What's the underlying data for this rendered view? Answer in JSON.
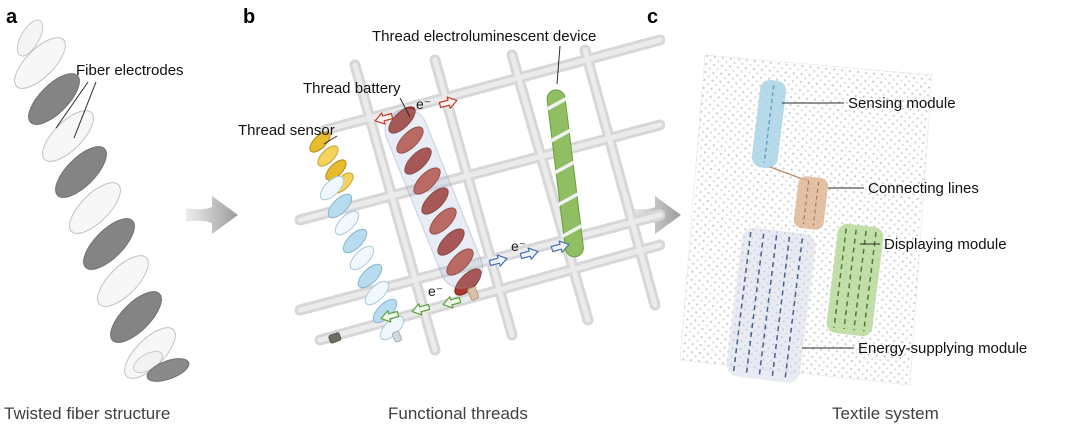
{
  "panel_a": {
    "letter": "a",
    "fiber_electrodes_label": "Fiber electrodes",
    "caption": "Twisted fiber structure"
  },
  "panel_b": {
    "letter": "b",
    "el_device_label": "Thread electroluminescent device",
    "battery_label": "Thread battery",
    "sensor_label": "Thread sensor",
    "electron_top": "e⁻",
    "electron_middle": "e⁻",
    "electron_bottom": "e⁻",
    "caption": "Functional threads"
  },
  "panel_c": {
    "letter": "c",
    "sensing_label": "Sensing module",
    "connecting_label": "Connecting lines",
    "displaying_label": "Displaying module",
    "energy_label": "Energy-supplying module",
    "caption": "Textile system"
  },
  "colors": {
    "fiber_white": "#f6f6f6",
    "fiber_gray": "#848484",
    "thread_sensor_yellow": "#e7bb2e",
    "thread_signal_blue": "#b7dcef",
    "thread_battery_red": "#a8382b",
    "thread_el_green": "#8fbe63",
    "module_sensing": "#a9d3e6",
    "module_connecting": "#dcb28e",
    "module_displaying": "#b7d89a",
    "module_energy": "#44608e",
    "electron_arrow_red": "#bf3a2b",
    "electron_arrow_blue": "#4a6fa8",
    "electron_arrow_green": "#5d9e3c",
    "flow_arrow_gray": "#9b9b9b"
  }
}
